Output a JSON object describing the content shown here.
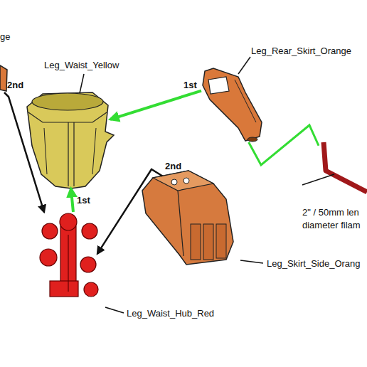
{
  "diagram": {
    "nodes": [
      {
        "text": [
          "Leg_Waist_Yellow"
        ]
      },
      {
        "text": [
          "Leg_Rear_Skirt_Orange"
        ]
      },
      {
        "text": [
          "Leg_Skirt_Side_Orang"
        ]
      },
      {
        "text": [
          "Leg_Waist_Hub_Red"
        ]
      },
      {
        "text": [
          "2\" / 50mm len diameter filam"
        ]
      },
      {
        "text": [
          "ge"
        ]
      }
    ],
    "edges": [
      {
        "from": 1,
        "to": 0,
        "label": "1st",
        "arrow": "to"
      },
      {
        "from": 3,
        "to": 0,
        "label": "1st",
        "arrow": "to"
      },
      {
        "from": 2,
        "to": 3,
        "label": "2nd",
        "arrow": "to"
      },
      {
        "from": 5,
        "to": 3,
        "label": "2nd",
        "arrow": "to"
      },
      {
        "from": 4,
        "to": 1,
        "arrow": "none"
      }
    ]
  }
}
